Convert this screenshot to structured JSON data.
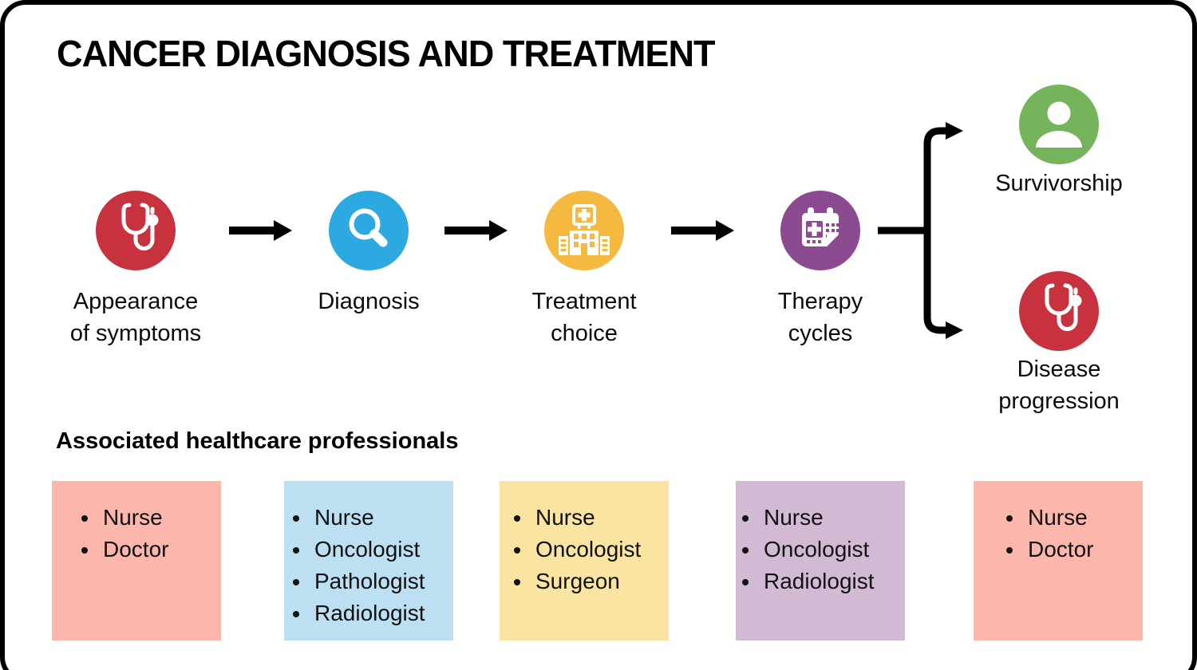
{
  "title": "CANCER DIAGNOSIS AND TREATMENT",
  "flow": {
    "steps": [
      {
        "label_lines": [
          "Appearance",
          "of symptoms"
        ],
        "color": "#C8323E",
        "icon": "stethoscope-icon"
      },
      {
        "label_lines": [
          "Diagnosis",
          ""
        ],
        "color": "#2BA9E0",
        "icon": "magnifying-glass-icon"
      },
      {
        "label_lines": [
          "Treatment",
          "choice"
        ],
        "color": "#F6B93F",
        "icon": "hospital-icon"
      },
      {
        "label_lines": [
          "Therapy",
          "cycles"
        ],
        "color": "#8C4A90",
        "icon": "calendar-icon"
      }
    ],
    "outcomes": [
      {
        "label_lines": [
          "Survivorship",
          ""
        ],
        "color": "#76B45C",
        "icon": "person-icon"
      },
      {
        "label_lines": [
          "Disease",
          "progression"
        ],
        "color": "#C8323E",
        "icon": "stethoscope-icon"
      }
    ],
    "connector_color": "#000000"
  },
  "professionals": {
    "heading": "Associated healthcare professionals",
    "groups": [
      {
        "color": "#FCB7AC",
        "items": [
          "Nurse",
          "Doctor",
          "",
          ""
        ]
      },
      {
        "color": "#BDDFF2",
        "items": [
          "Nurse",
          "Oncologist",
          "Pathologist",
          "Radiologist"
        ]
      },
      {
        "color": "#FAE4A2",
        "items": [
          "Nurse",
          "Oncologist",
          "Surgeon",
          ""
        ]
      },
      {
        "color": "#D2BAD4",
        "items": [
          "Nurse",
          "Oncologist",
          "Radiologist",
          ""
        ]
      },
      {
        "color": "#FCB7AC",
        "items": [
          "Nurse",
          "Doctor",
          "",
          ""
        ]
      }
    ]
  }
}
